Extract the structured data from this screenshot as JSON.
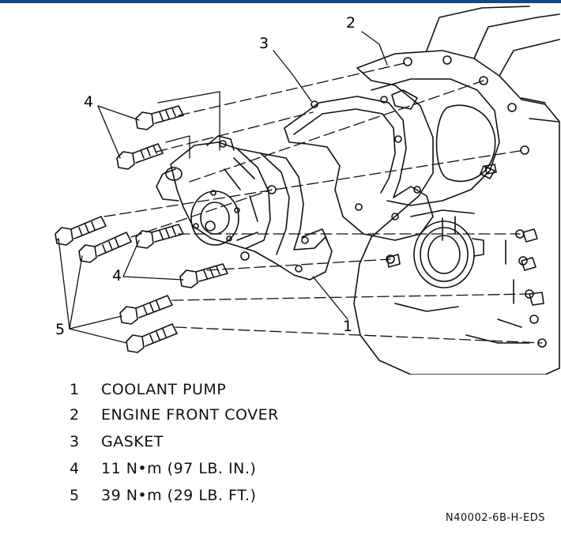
{
  "callouts": {
    "c1": "1",
    "c2": "2",
    "c3": "3",
    "c4a": "4",
    "c4b": "4",
    "c5": "5"
  },
  "legend": [
    {
      "num": "1",
      "text": "COOLANT PUMP"
    },
    {
      "num": "2",
      "text": "ENGINE FRONT COVER"
    },
    {
      "num": "3",
      "text": "GASKET"
    },
    {
      "num": "4",
      "text": "11 N•m (97 LB. IN.)"
    },
    {
      "num": "5",
      "text": "39 N•m (29 LB. FT.)"
    }
  ],
  "figure_code": "N40002-6B-H-EDS",
  "colors": {
    "topbar": "#0e4a86",
    "ink": "#111111"
  }
}
